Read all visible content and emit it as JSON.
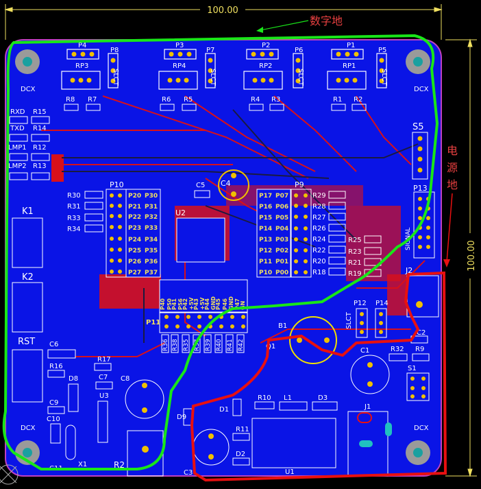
{
  "dimension_top": "100.00",
  "dimension_right": "100.00",
  "annotations": {
    "digital_ground": "数字地",
    "power_ground": "电源地"
  },
  "colors": {
    "board": "#0a14e6",
    "silk": "#ffffff",
    "copper": "#d8101a",
    "pad": "#f0c000",
    "green_outline": "#19e619",
    "red_outline": "#e81010",
    "dimension": "#f0e060"
  },
  "labels": {
    "P4": "P4",
    "P8": "P8",
    "P3": "P3",
    "P7": "P7",
    "P2": "P2",
    "P6": "P6",
    "P1": "P1",
    "P5": "P5",
    "RP3": "RP3",
    "RP4": "RP4",
    "RP2": "RP2",
    "RP1": "RP1",
    "SLCT": "SLCT",
    "R8": "R8",
    "R7": "R7",
    "R6": "R6",
    "R5": "R5",
    "R4": "R4",
    "R3": "R3",
    "R1": "R1",
    "R2": "R2",
    "DCX": "DCX",
    "RXD": "RXD",
    "TXD": "TXD",
    "LMP1": "LMP1",
    "LMP2": "LMP2",
    "R15": "R15",
    "R14": "R14",
    "R12": "R12",
    "R13": "R13",
    "S5": "S5",
    "R30": "R30",
    "R31": "R31",
    "R33": "R33",
    "R34": "R34",
    "P10": "P10",
    "C5": "C5",
    "C4": "C4",
    "P9": "P9",
    "U2": "U2",
    "P13": "P13",
    "P20": "P20",
    "P30": "P30",
    "P21": "P21",
    "P31": "P31",
    "P22": "P22",
    "P32": "P32",
    "P23": "P23",
    "P33": "P33",
    "P24": "P24",
    "P34": "P34",
    "P25": "P25",
    "P35": "P35",
    "P26": "P26",
    "P36": "P36",
    "P27": "P27",
    "P37": "P37",
    "P17": "P17",
    "P07": "P07",
    "P16": "P16",
    "P06": "P06",
    "P15": "P15",
    "P05": "P05",
    "P14": "P14",
    "P04": "P04",
    "P13b": "P13",
    "P03": "P03",
    "P12": "P12",
    "P02": "P02",
    "P11": "P11",
    "P01": "P01",
    "P10b": "P10",
    "P00": "P00",
    "R29": "R29",
    "R28": "R28",
    "R27": "R27",
    "R26": "R26",
    "R24": "R24",
    "R22": "R22",
    "R20": "R20",
    "R18": "R18",
    "R25": "R25",
    "R23": "R23",
    "R21": "R21",
    "R19": "R19",
    "SIGNAL": "SIGNAL",
    "K1": "K1",
    "K2": "K2",
    "RST": "RST",
    "J2": "J2",
    "C6": "C6",
    "R16": "R16",
    "R17": "R17",
    "B1": "B1",
    "Q1": "Q1",
    "P12b": "P12",
    "P14b": "P14",
    "C7": "C7",
    "C8": "C8",
    "D8": "D8",
    "U3": "U3",
    "C9": "C9",
    "C10": "C10",
    "C11": "C11",
    "D9": "D9",
    "D1": "D1",
    "R10": "R10",
    "L1": "L1",
    "D3": "D3",
    "C1": "C1",
    "R32": "R32",
    "R9": "R9",
    "C2": "C2",
    "S1": "S1",
    "R11": "R11",
    "J1": "J1",
    "D2": "D2",
    "U1": "U1",
    "R2b": "R2",
    "C3": "C3",
    "X1": "X1",
    "P11h": "P11",
    "R35": "R35",
    "R36": "R36",
    "R37": "R37",
    "R38": "R38",
    "R39": "R39",
    "R40": "R40",
    "R41": "R41",
    "R42": "R42",
    "P40": "P40",
    "P41": "P41",
    "P42": "P42",
    "P43": "P43",
    "P44": "P44",
    "P45": "P45",
    "P46": "P46",
    "P47": "P47",
    "P50": "P50",
    "P56": "P56",
    "V5a": "+5V",
    "V5b": "+5V",
    "GND": "GND",
    "GN": "GN"
  }
}
